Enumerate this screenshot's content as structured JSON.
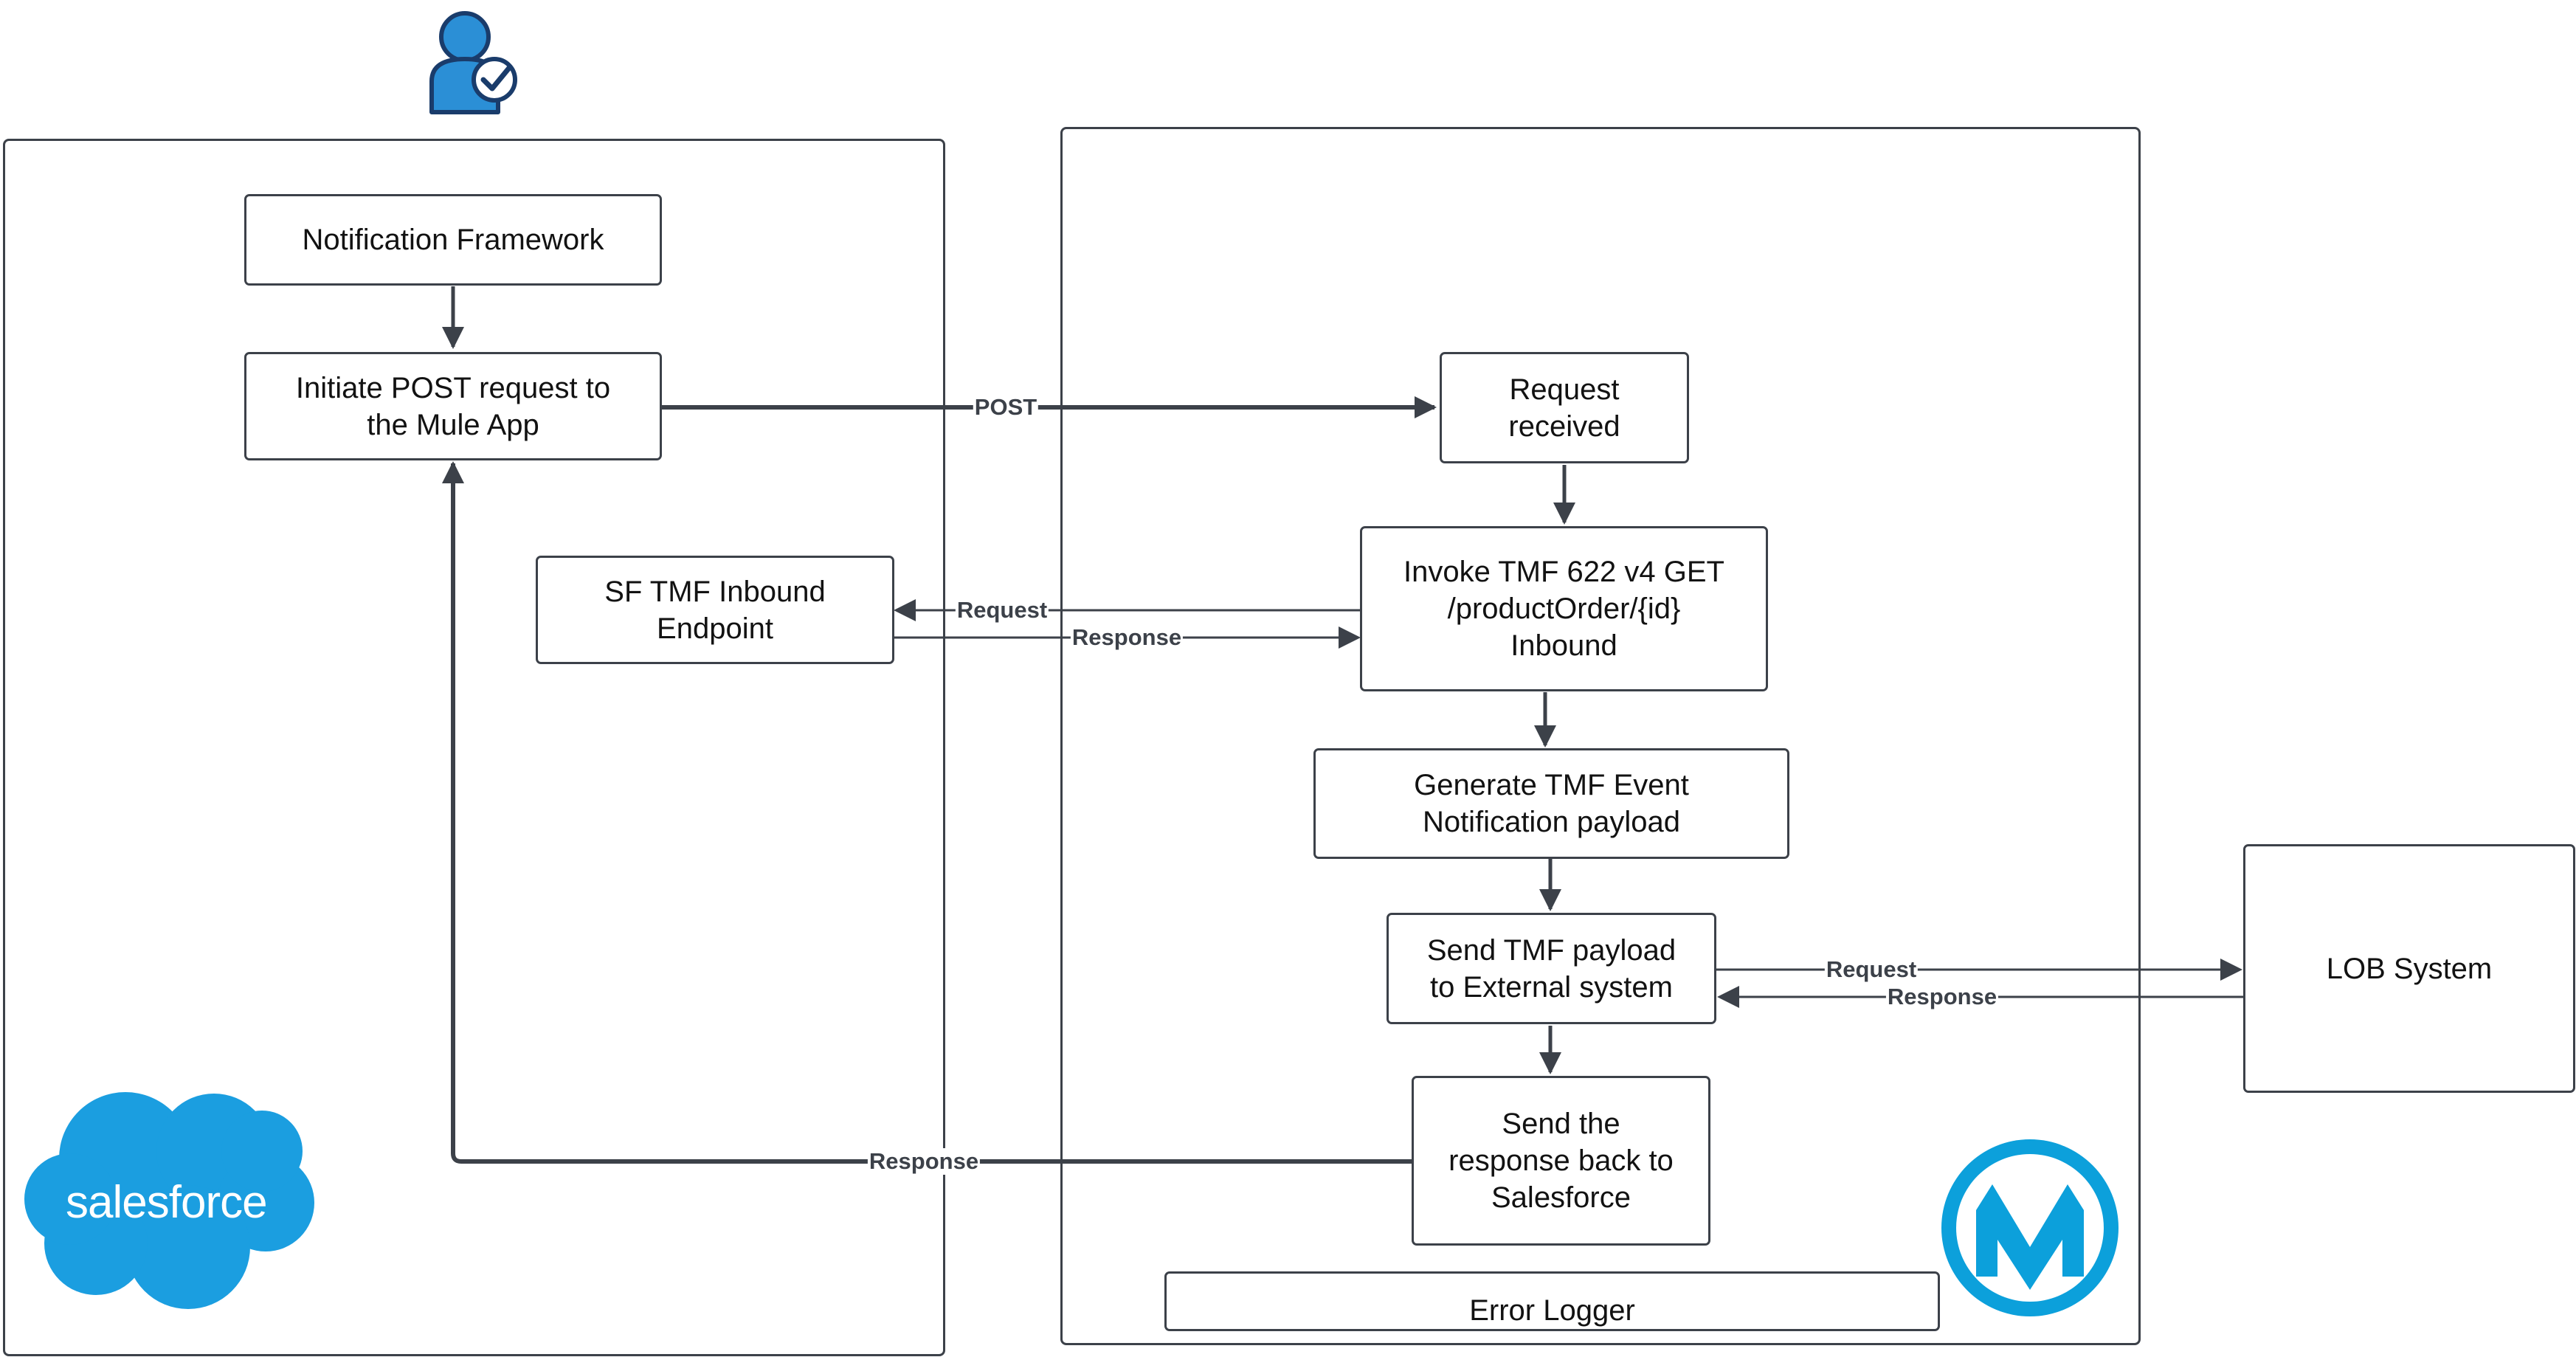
{
  "nodes": {
    "notification_framework": "Notification Framework",
    "initiate_post": "Initiate POST request to\nthe Mule App",
    "sf_tmf_inbound": "SF TMF Inbound\nEndpoint",
    "request_received": "Request\nreceived",
    "invoke_tmf": "Invoke TMF 622 v4 GET\n/productOrder/{id}\nInbound",
    "generate_event": "Generate TMF Event\nNotification payload",
    "send_payload": "Send TMF payload\nto External system",
    "send_response": "Send the\nresponse back to\nSalesforce",
    "error_logger": "Error Logger",
    "lob_system": "LOB System"
  },
  "edge_labels": {
    "post": "POST",
    "sf_request": "Request",
    "sf_response": "Response",
    "lob_request": "Request",
    "lob_response": "Response",
    "sf_return_response": "Response"
  },
  "logos": {
    "salesforce": "salesforce",
    "salesforce_icon": "salesforce-cloud-logo",
    "mulesoft_icon": "mulesoft-logo",
    "user_icon": "user-check-icon"
  },
  "colors": {
    "line": "#3c4149",
    "salesforce_blue": "#1b9ee0",
    "mulesoft_blue": "#0ca0db",
    "user_blue": "#2b8fd6"
  }
}
